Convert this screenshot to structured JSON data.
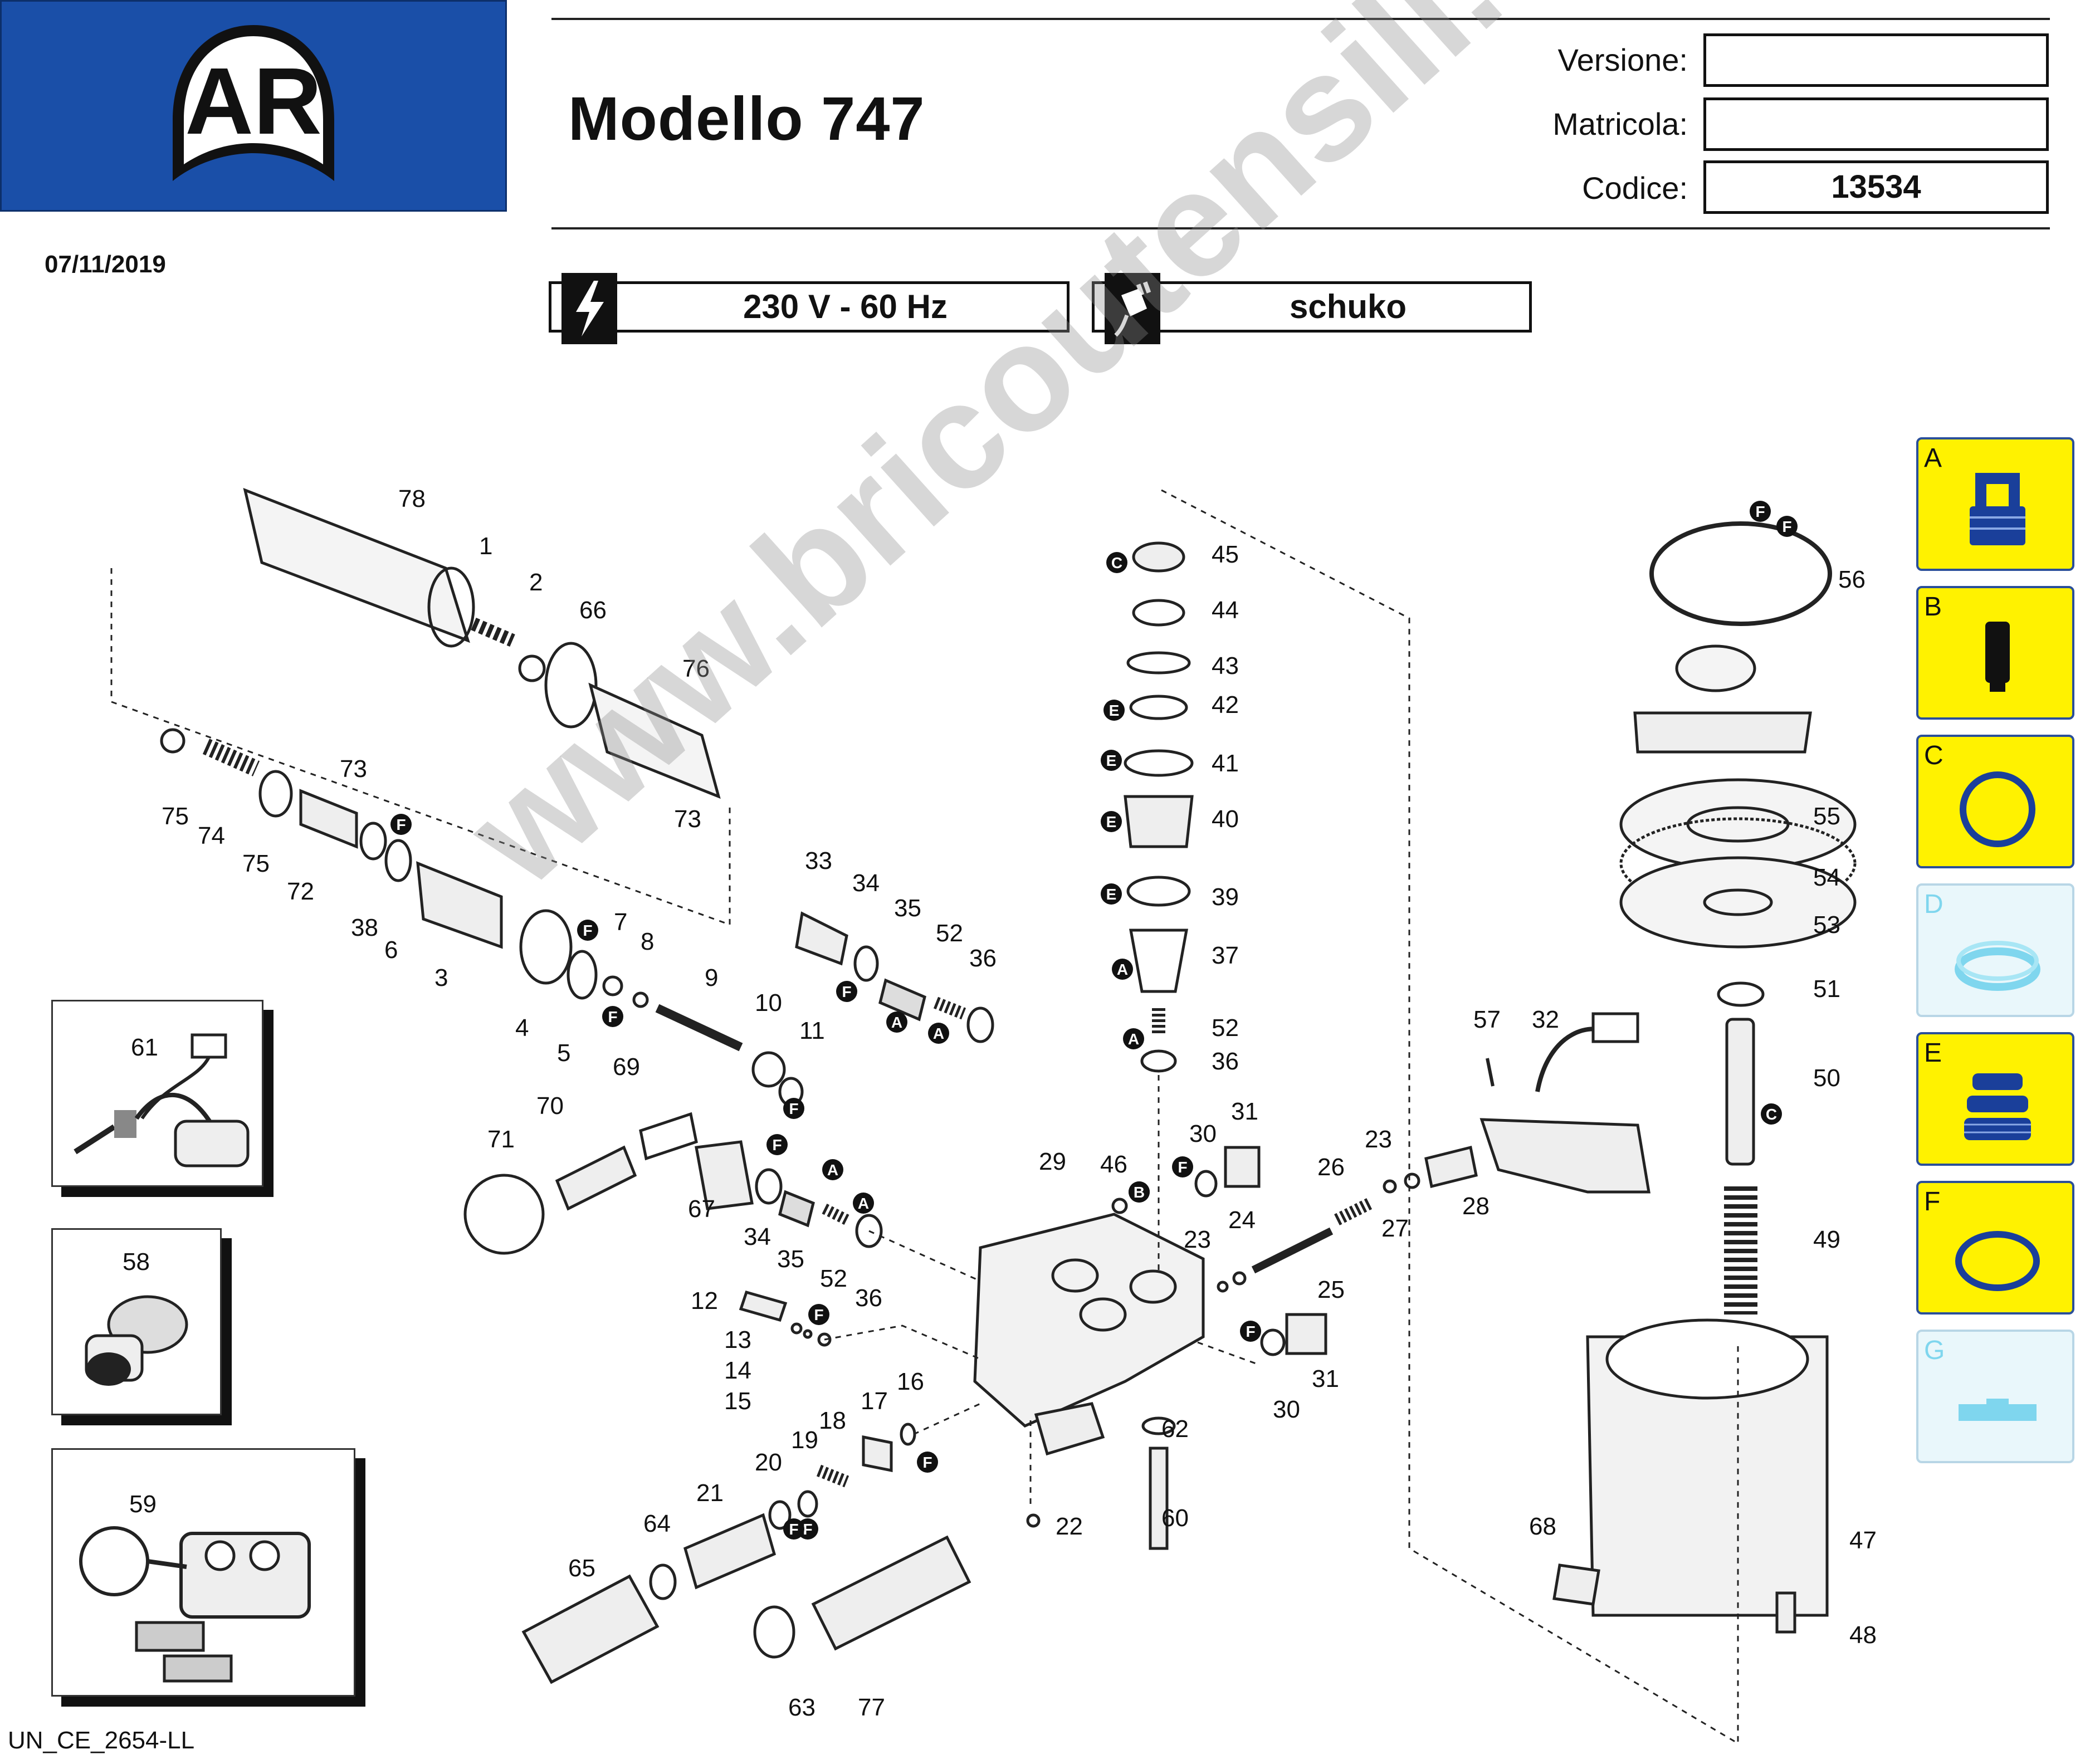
{
  "header": {
    "title": "Modello 747",
    "fields": [
      {
        "label": "Versione:",
        "value": ""
      },
      {
        "label": "Matricola:",
        "value": ""
      },
      {
        "label": "Codice:",
        "value": "13534"
      }
    ],
    "date": "07/11/2019",
    "brand_colors": {
      "logo_bg": "#1a4fa8",
      "legend_bg": "#fff200",
      "legend_pale": "#e9f7fb"
    }
  },
  "specs": {
    "voltage": "230 V - 60 Hz",
    "plug": "schuko"
  },
  "footer": {
    "code": "UN_CE_2654-LL"
  },
  "watermark": "www.bricoutensili.com",
  "legend": [
    {
      "letter": "A",
      "icon": "valve-kit-icon"
    },
    {
      "letter": "B",
      "icon": "piston-icon"
    },
    {
      "letter": "C",
      "icon": "o-ring-kit-icon"
    },
    {
      "letter": "D",
      "icon": "seal-kit-icon"
    },
    {
      "letter": "E",
      "icon": "packing-kit-icon"
    },
    {
      "letter": "F",
      "icon": "o-ring-icon"
    },
    {
      "letter": "G",
      "icon": "shim-icon"
    }
  ],
  "part_numbers": [
    "78",
    "1",
    "2",
    "66",
    "76",
    "73",
    "75",
    "74",
    "75",
    "72",
    "73",
    "38",
    "6",
    "3",
    "4",
    "5",
    "7",
    "8",
    "9",
    "10",
    "11",
    "33",
    "34",
    "35",
    "52",
    "36",
    "61",
    "69",
    "70",
    "71",
    "67",
    "34",
    "35",
    "52",
    "36",
    "58",
    "12",
    "13",
    "14",
    "15",
    "20",
    "19",
    "18",
    "17",
    "16",
    "21",
    "64",
    "65",
    "63",
    "77",
    "22",
    "29",
    "46",
    "30",
    "31",
    "45",
    "44",
    "43",
    "42",
    "41",
    "40",
    "39",
    "37",
    "52",
    "36",
    "23",
    "24",
    "25",
    "26",
    "23",
    "27",
    "28",
    "57",
    "32",
    "30",
    "31",
    "62",
    "60",
    "56",
    "55",
    "54",
    "53",
    "51",
    "50",
    "49",
    "47",
    "48",
    "68",
    "59"
  ],
  "kit_markers": [
    "F",
    "F",
    "F",
    "F",
    "A",
    "A",
    "F",
    "F",
    "F",
    "F",
    "A",
    "A",
    "F",
    "F",
    "F",
    "F",
    "C",
    "C",
    "E",
    "E",
    "E",
    "E",
    "A",
    "A",
    "F",
    "F",
    "C",
    "B"
  ]
}
